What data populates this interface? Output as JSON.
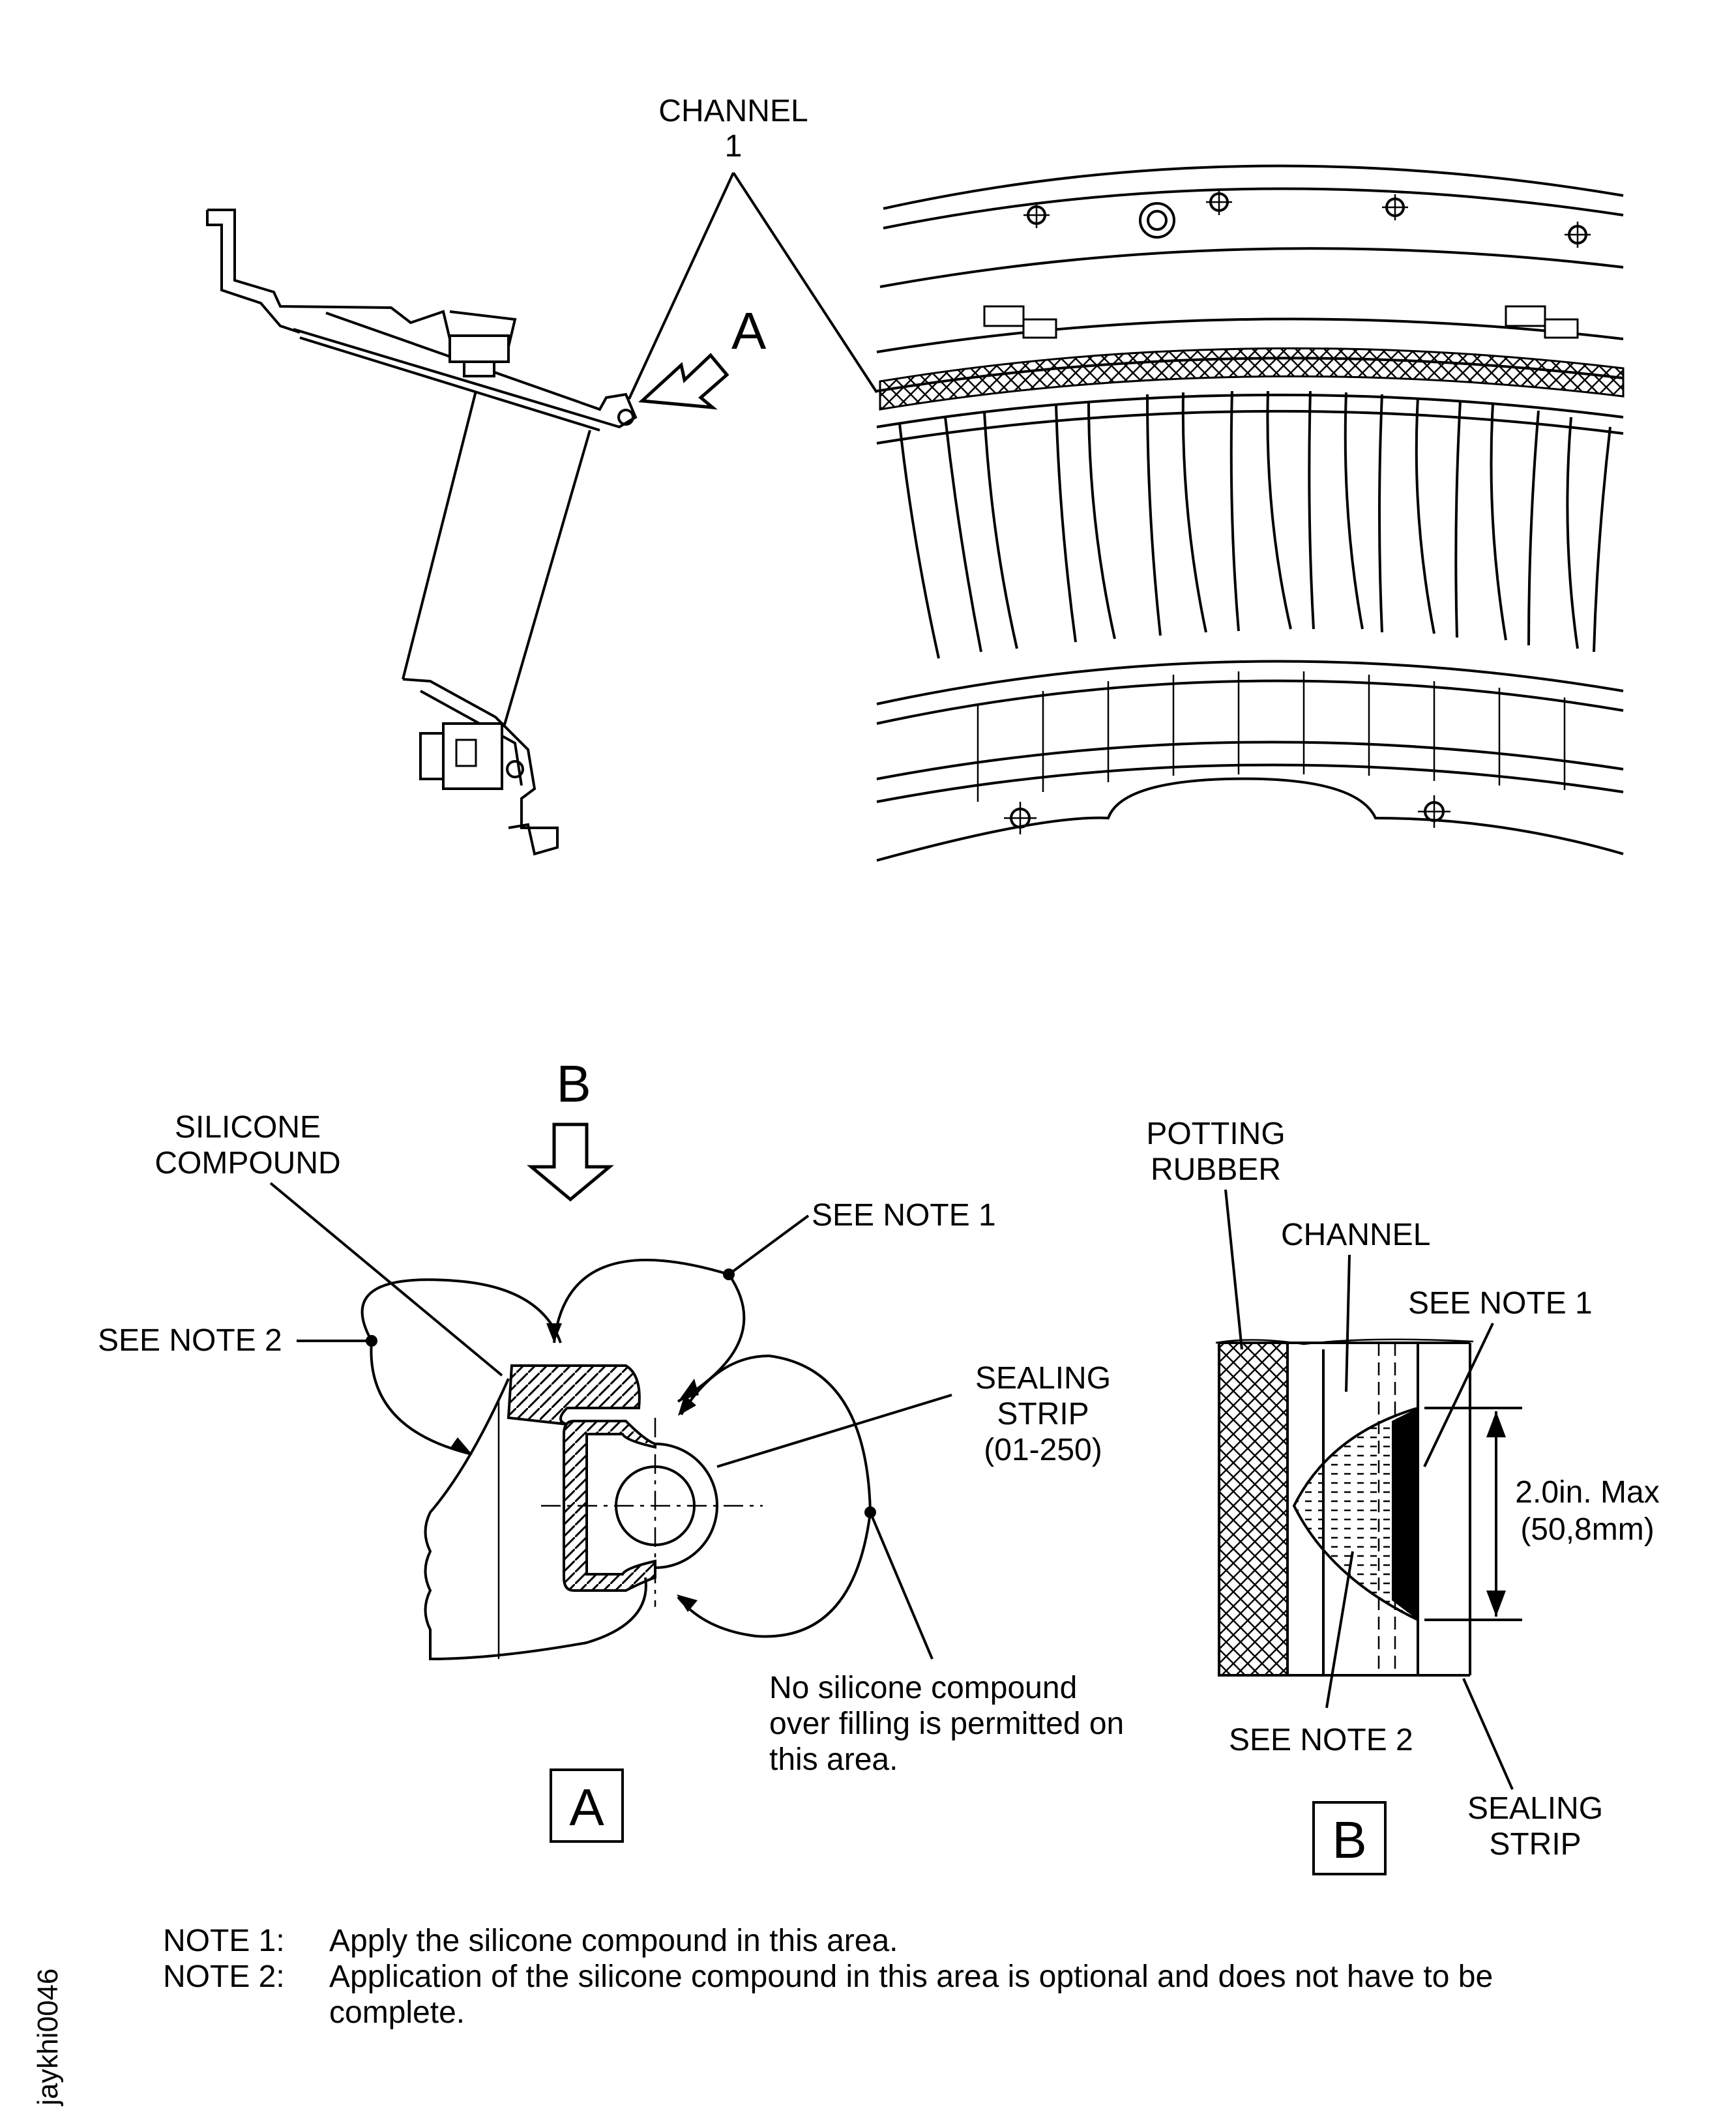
{
  "labels": {
    "channel_title": "CHANNEL",
    "channel_num": "1",
    "view_a_arrow": "A",
    "view_b_arrow": "B",
    "silicone_1": "SILICONE",
    "silicone_2": "COMPOUND",
    "see_note_1": "SEE NOTE 1",
    "see_note_2": "SEE NOTE 2",
    "sealing_1": "SEALING",
    "sealing_2": "STRIP",
    "sealing_3": "(01-250)",
    "no_fill_1": "No silicone compound",
    "no_fill_2": "over filling is permitted on",
    "no_fill_3": "this area.",
    "box_a": "A",
    "potting_1": "POTTING",
    "potting_2": "RUBBER",
    "channel_b": "CHANNEL",
    "see_note_1_b": "SEE NOTE 1",
    "dim_1": "2.0in. Max",
    "dim_2": "(50,8mm)",
    "see_note_2_b": "SEE NOTE 2",
    "sealing_b_1": "SEALING",
    "sealing_b_2": "STRIP",
    "box_b": "B"
  },
  "notes": [
    {
      "key": "NOTE 1:",
      "text": "Apply the silicone compound in this area."
    },
    {
      "key": "NOTE 2:",
      "text": "Application of the silicone compound in this area is optional and does not have to be",
      "cont": "complete."
    }
  ],
  "figure_id": "jaykhi0046"
}
